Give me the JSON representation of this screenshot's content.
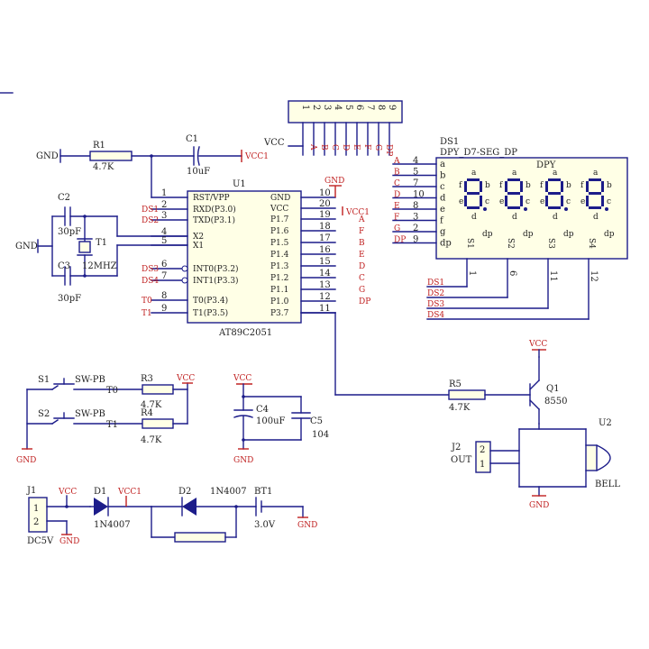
{
  "components": {
    "r1": {
      "ref": "R1",
      "value": "4.7K"
    },
    "c1": {
      "ref": "C1",
      "value": "10uF"
    },
    "c2": {
      "ref": "C2",
      "value": "30pF"
    },
    "c3": {
      "ref": "C3",
      "value": "30pF"
    },
    "t1": {
      "ref": "T1",
      "value": "12MHZ"
    },
    "u1": {
      "ref": "U1",
      "part": "AT89C2051"
    },
    "ds1": {
      "ref": "DS1",
      "part": "DPY_D7-SEG_DP",
      "label": "DPY"
    },
    "s1": {
      "ref": "S1",
      "type": "SW-PB"
    },
    "s2": {
      "ref": "S2",
      "type": "SW-PB"
    },
    "r3": {
      "ref": "R3",
      "value": "4.7K"
    },
    "r4": {
      "ref": "R4",
      "value": "4.7K"
    },
    "c4": {
      "ref": "C4",
      "value": "100uF"
    },
    "c5": {
      "ref": "C5",
      "value": "104"
    },
    "r5": {
      "ref": "R5",
      "value": "4.7K"
    },
    "q1": {
      "ref": "Q1",
      "value": "8550"
    },
    "j2": {
      "ref": "J2",
      "label": "OUT"
    },
    "u2": {
      "ref": "U2",
      "label": "BELL"
    },
    "j1": {
      "ref": "J1",
      "label": "DC5V"
    },
    "d1": {
      "ref": "D1",
      "value": "1N4007"
    },
    "d2": {
      "ref": "D2",
      "value": "1N4007"
    },
    "bt1": {
      "ref": "BT1",
      "value": "3.0V"
    }
  },
  "nets": {
    "gnd": "GND",
    "vcc": "VCC",
    "vcc1": "VCC1"
  },
  "u1_left_pins": [
    {
      "num": "1",
      "name": "RST/VPP",
      "net": ""
    },
    {
      "num": "2",
      "name": "RXD(P3.0)",
      "net": "DS1"
    },
    {
      "num": "3",
      "name": "TXD(P3.1)",
      "net": "DS2"
    },
    {
      "num": "4",
      "name": "X2",
      "net": ""
    },
    {
      "num": "5",
      "name": "X1",
      "net": ""
    },
    {
      "num": "6",
      "name": "INT0(P3.2)",
      "net": "DS3"
    },
    {
      "num": "7",
      "name": "INT1(P3.3)",
      "net": "DS4"
    },
    {
      "num": "8",
      "name": "T0(P3.4)",
      "net": "T0"
    },
    {
      "num": "9",
      "name": "T1(P3.5)",
      "net": "T1"
    }
  ],
  "u1_right_pins": [
    {
      "num": "10",
      "name": "GND",
      "net": "GND"
    },
    {
      "num": "20",
      "name": "VCC",
      "net": "VCC1"
    },
    {
      "num": "19",
      "name": "P1.7",
      "net": "A"
    },
    {
      "num": "18",
      "name": "P1.6",
      "net": "F"
    },
    {
      "num": "17",
      "name": "P1.5",
      "net": "B"
    },
    {
      "num": "16",
      "name": "P1.4",
      "net": "E"
    },
    {
      "num": "15",
      "name": "P1.3",
      "net": "D"
    },
    {
      "num": "14",
      "name": "P1.2",
      "net": "C"
    },
    {
      "num": "13",
      "name": "P1.1",
      "net": "G"
    },
    {
      "num": "12",
      "name": "P1.0",
      "net": "DP"
    },
    {
      "num": "11",
      "name": "P3.7",
      "net": ""
    }
  ],
  "header": {
    "pins": [
      "1",
      "2",
      "3",
      "4",
      "5",
      "6",
      "7",
      "8",
      "9"
    ],
    "nets": [
      "VCC",
      "A",
      "B",
      "C",
      "D",
      "E",
      "F",
      "G",
      "DP"
    ]
  },
  "ds1_left_pins": [
    {
      "net": "A",
      "num": "4",
      "seg": "a"
    },
    {
      "net": "B",
      "num": "5",
      "seg": "b"
    },
    {
      "net": "C",
      "num": "7",
      "seg": "c"
    },
    {
      "net": "D",
      "num": "10",
      "seg": "d"
    },
    {
      "net": "E",
      "num": "8",
      "seg": "e"
    },
    {
      "net": "F",
      "num": "3",
      "seg": "f"
    },
    {
      "net": "G",
      "num": "2",
      "seg": "g"
    },
    {
      "net": "DP",
      "num": "9",
      "seg": "dp"
    }
  ],
  "ds1_digits": [
    {
      "sel": "S1",
      "pin": "1",
      "net": "DS1"
    },
    {
      "sel": "S2",
      "pin": "6",
      "net": "DS2"
    },
    {
      "sel": "S3",
      "pin": "11",
      "net": "DS3"
    },
    {
      "sel": "S4",
      "pin": "12",
      "net": "DS4"
    }
  ],
  "seg_labels": [
    "a",
    "b",
    "c",
    "d",
    "e",
    "f",
    "g",
    "dp"
  ],
  "j1_pins": [
    "1",
    "2"
  ],
  "j2_pins": [
    "2",
    "1"
  ]
}
